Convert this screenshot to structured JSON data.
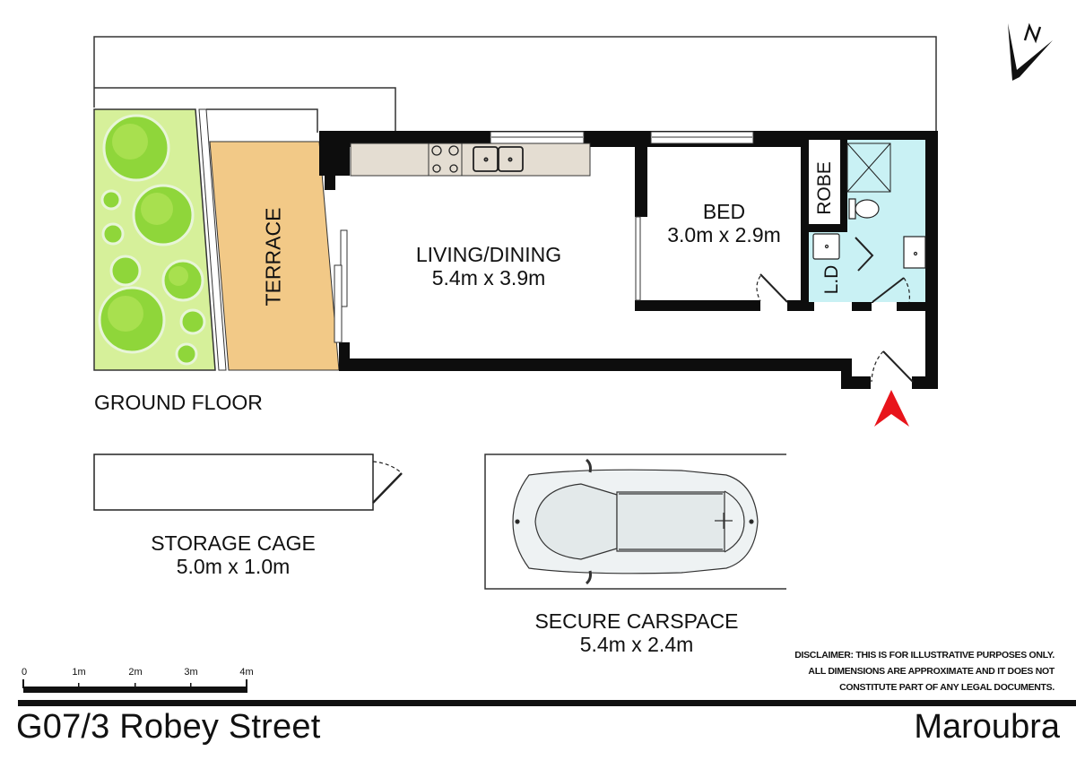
{
  "floorplan": {
    "address": "G07/3 Robey Street",
    "suburb": "Maroubra",
    "level_label": "GROUND FLOOR",
    "rooms": {
      "living": {
        "name": "LIVING/DINING",
        "dims": "5.4m x 3.9m"
      },
      "bed": {
        "name": "BED",
        "dims": "3.0m x 2.9m"
      },
      "terrace": {
        "name": "TERRACE"
      },
      "robe": {
        "name": "ROBE"
      },
      "laundry": {
        "name": "L.D"
      }
    },
    "extras": {
      "storage": {
        "name": "STORAGE CAGE",
        "dims": "5.0m x 1.0m"
      },
      "carspace": {
        "name": "SECURE CARSPACE",
        "dims": "5.4m x 2.4m"
      }
    },
    "compass": {
      "label": "N"
    },
    "scale_bar": {
      "ticks": [
        "0",
        "1m",
        "2m",
        "3m",
        "4m"
      ]
    },
    "disclaimer": {
      "line1": "DISCLAIMER: THIS IS FOR ILLUSTRATIVE PURPOSES ONLY.",
      "line2": "ALL DIMENSIONS ARE APPROXIMATE AND IT DOES NOT",
      "line3": "CONSTITUTE PART OF ANY LEGAL DOCUMENTS."
    },
    "colors": {
      "wall": "#0d0d0d",
      "terrace": "#f2c987",
      "garden": "#d6f09a",
      "tree": "#8fd63a",
      "bathroom": "#c9f1f4",
      "kitchen_bench": "#e4ddd2",
      "entry_arrow": "#e8141b"
    }
  }
}
